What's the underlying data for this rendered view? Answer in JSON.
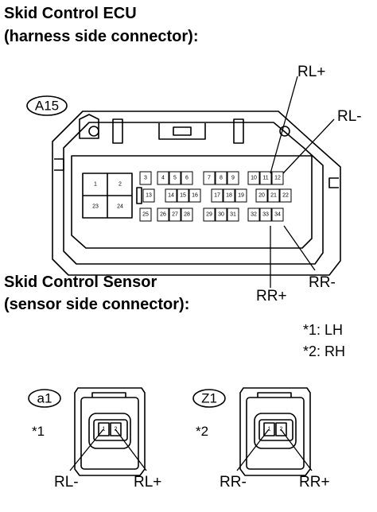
{
  "ecu_section": {
    "title_line1": "Skid Control ECU",
    "title_line2": "(harness side connector):",
    "connector_tag": "A15",
    "pins_block_a": [
      "1",
      "2",
      "23",
      "24"
    ],
    "pins_row1": [
      "3",
      "4",
      "5",
      "6",
      "7",
      "8",
      "9",
      "10",
      "11",
      "12"
    ],
    "pins_row2": [
      "13",
      "14",
      "15",
      "16",
      "17",
      "18",
      "19",
      "20",
      "21",
      "22"
    ],
    "pins_row3": [
      "25",
      "26",
      "27",
      "28",
      "29",
      "30",
      "31",
      "32",
      "33",
      "34"
    ],
    "signals": {
      "rl_plus": "RL+",
      "rl_minus": "RL-",
      "rr_plus": "RR+",
      "rr_minus": "RR-"
    }
  },
  "sensor_section": {
    "title_line1": "Skid Control Sensor",
    "title_line2": "(sensor side connector):",
    "notes": [
      "*1: LH",
      "*2: RH"
    ],
    "left_connector": {
      "tag": "a1",
      "note_ref": "*1",
      "pins": [
        "1",
        "2"
      ],
      "pin1_signal": "RL-",
      "pin2_signal": "RL+"
    },
    "right_connector": {
      "tag": "Z1",
      "note_ref": "*2",
      "pins": [
        "1",
        "2"
      ],
      "pin1_signal": "RR-",
      "pin2_signal": "RR+"
    }
  }
}
